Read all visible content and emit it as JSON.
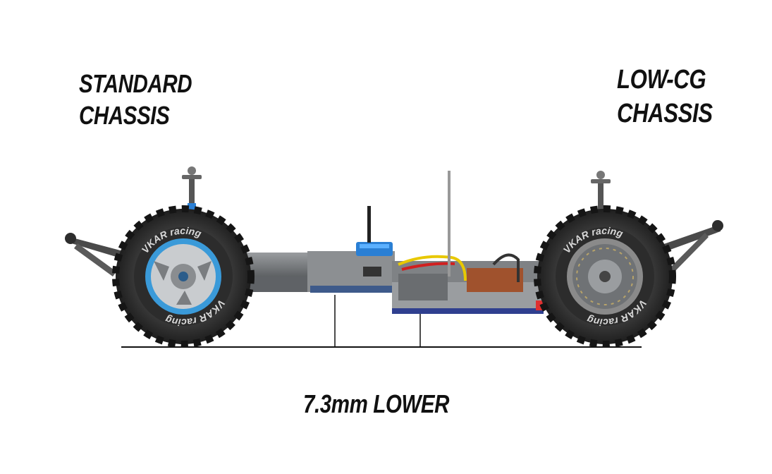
{
  "labels": {
    "standard": [
      "STANDARD",
      "CHASSIS"
    ],
    "lowcg": [
      "LOW-CG",
      "CHASSIS"
    ],
    "difference": "7.3mm LOWER"
  },
  "tire_brand": "VKAR racing",
  "colors": {
    "standard_rim": "#3a9ad9",
    "lowcg_rim": "#8a8a8a",
    "tire": "#2b2b2b",
    "chassis": "#7a7d80",
    "battery": "#a0522d",
    "servo": "#2a7fd4"
  }
}
